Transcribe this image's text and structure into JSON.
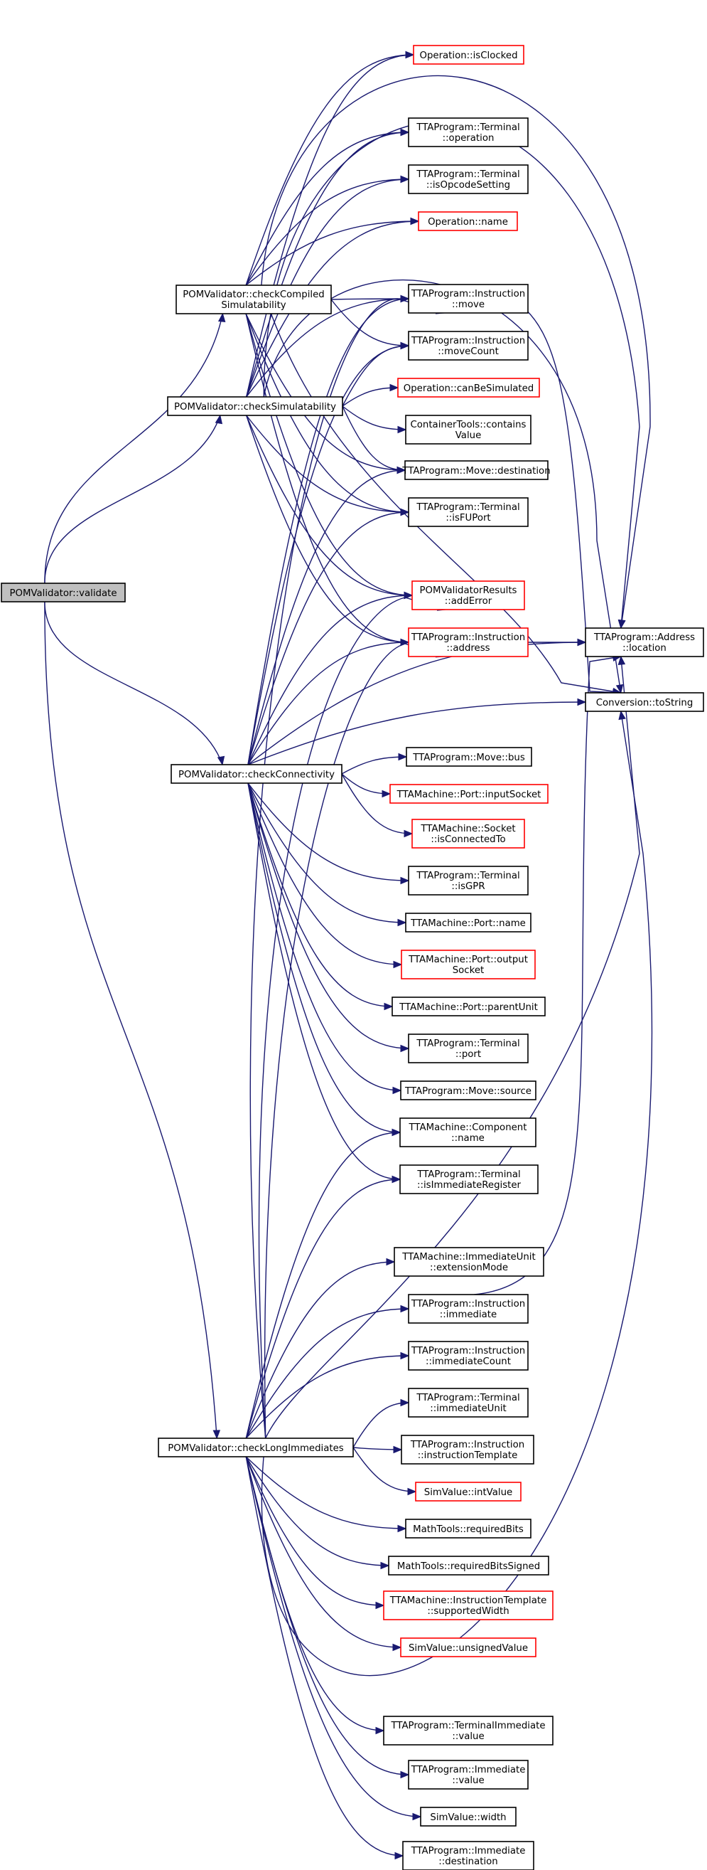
{
  "graph": {
    "nodes": [
      {
        "id": "validate",
        "label": [
          "POMValidator::validate"
        ],
        "style": "root"
      },
      {
        "id": "checkCompiled",
        "label": [
          "POMValidator::checkCompiled",
          "Simulatability"
        ],
        "style": "black"
      },
      {
        "id": "checkSim",
        "label": [
          "POMValidator::checkSimulatability"
        ],
        "style": "black"
      },
      {
        "id": "checkConn",
        "label": [
          "POMValidator::checkConnectivity"
        ],
        "style": "black"
      },
      {
        "id": "checkLong",
        "label": [
          "POMValidator::checkLongImmediates"
        ],
        "style": "black"
      },
      {
        "id": "isClocked",
        "label": [
          "Operation::isClocked"
        ],
        "style": "red"
      },
      {
        "id": "termOperation",
        "label": [
          "TTAProgram::Terminal",
          "::operation"
        ],
        "style": "black"
      },
      {
        "id": "isOpcodeSetting",
        "label": [
          "TTAProgram::Terminal",
          "::isOpcodeSetting"
        ],
        "style": "black"
      },
      {
        "id": "opName",
        "label": [
          "Operation::name"
        ],
        "style": "red"
      },
      {
        "id": "instrMove",
        "label": [
          "TTAProgram::Instruction",
          "::move"
        ],
        "style": "black"
      },
      {
        "id": "moveCount",
        "label": [
          "TTAProgram::Instruction",
          "::moveCount"
        ],
        "style": "black"
      },
      {
        "id": "canBeSimulated",
        "label": [
          "Operation::canBeSimulated"
        ],
        "style": "red"
      },
      {
        "id": "containsValue",
        "label": [
          "ContainerTools::contains",
          "Value"
        ],
        "style": "black"
      },
      {
        "id": "moveDestination",
        "label": [
          "TTAProgram::Move::destination"
        ],
        "style": "black"
      },
      {
        "id": "isFUPort",
        "label": [
          "TTAProgram::Terminal",
          "::isFUPort"
        ],
        "style": "black"
      },
      {
        "id": "addError",
        "label": [
          "POMValidatorResults",
          "::addError"
        ],
        "style": "red"
      },
      {
        "id": "instrAddress",
        "label": [
          "TTAProgram::Instruction",
          "::address"
        ],
        "style": "red"
      },
      {
        "id": "addrLocation",
        "label": [
          "TTAProgram::Address",
          "::location"
        ],
        "style": "black"
      },
      {
        "id": "toString",
        "label": [
          "Conversion::toString"
        ],
        "style": "black"
      },
      {
        "id": "moveBus",
        "label": [
          "TTAProgram::Move::bus"
        ],
        "style": "black"
      },
      {
        "id": "inputSocket",
        "label": [
          "TTAMachine::Port::inputSocket"
        ],
        "style": "red"
      },
      {
        "id": "isConnectedTo",
        "label": [
          "TTAMachine::Socket",
          "::isConnectedTo"
        ],
        "style": "red"
      },
      {
        "id": "isGPR",
        "label": [
          "TTAProgram::Terminal",
          "::isGPR"
        ],
        "style": "black"
      },
      {
        "id": "portName",
        "label": [
          "TTAMachine::Port::name"
        ],
        "style": "black"
      },
      {
        "id": "outputSocket",
        "label": [
          "TTAMachine::Port::output",
          "Socket"
        ],
        "style": "red"
      },
      {
        "id": "parentUnit",
        "label": [
          "TTAMachine::Port::parentUnit"
        ],
        "style": "black"
      },
      {
        "id": "termPort",
        "label": [
          "TTAProgram::Terminal",
          "::port"
        ],
        "style": "black"
      },
      {
        "id": "moveSource",
        "label": [
          "TTAProgram::Move::source"
        ],
        "style": "black"
      },
      {
        "id": "componentName",
        "label": [
          "TTAMachine::Component",
          "::name"
        ],
        "style": "black"
      },
      {
        "id": "isImmReg",
        "label": [
          "TTAProgram::Terminal",
          "::isImmediateRegister"
        ],
        "style": "black"
      },
      {
        "id": "extensionMode",
        "label": [
          "TTAMachine::ImmediateUnit",
          "::extensionMode"
        ],
        "style": "black"
      },
      {
        "id": "instrImmediate",
        "label": [
          "TTAProgram::Instruction",
          "::immediate"
        ],
        "style": "black"
      },
      {
        "id": "immCount",
        "label": [
          "TTAProgram::Instruction",
          "::immediateCount"
        ],
        "style": "black"
      },
      {
        "id": "immUnit",
        "label": [
          "TTAProgram::Terminal",
          "::immediateUnit"
        ],
        "style": "black"
      },
      {
        "id": "instrTemplate",
        "label": [
          "TTAProgram::Instruction",
          "::instructionTemplate"
        ],
        "style": "black"
      },
      {
        "id": "intValue",
        "label": [
          "SimValue::intValue"
        ],
        "style": "red"
      },
      {
        "id": "requiredBits",
        "label": [
          "MathTools::requiredBits"
        ],
        "style": "black"
      },
      {
        "id": "requiredBitsSigned",
        "label": [
          "MathTools::requiredBitsSigned"
        ],
        "style": "black"
      },
      {
        "id": "supportedWidth",
        "label": [
          "TTAMachine::InstructionTemplate",
          "::supportedWidth"
        ],
        "style": "red"
      },
      {
        "id": "unsignedValue",
        "label": [
          "SimValue::unsignedValue"
        ],
        "style": "red"
      },
      {
        "id": "termImmValue",
        "label": [
          "TTAProgram::TerminalImmediate",
          "::value"
        ],
        "style": "black"
      },
      {
        "id": "immValue",
        "label": [
          "TTAProgram::Immediate",
          "::value"
        ],
        "style": "black"
      },
      {
        "id": "simWidth",
        "label": [
          "SimValue::width"
        ],
        "style": "black"
      },
      {
        "id": "immDestination",
        "label": [
          "TTAProgram::Immediate",
          "::destination"
        ],
        "style": "black"
      }
    ],
    "edges": [
      [
        "validate",
        "checkCompiled"
      ],
      [
        "validate",
        "checkSim"
      ],
      [
        "validate",
        "checkConn"
      ],
      [
        "validate",
        "checkLong"
      ],
      [
        "checkCompiled",
        "isClocked"
      ],
      [
        "checkCompiled",
        "termOperation"
      ],
      [
        "checkCompiled",
        "isOpcodeSetting"
      ],
      [
        "checkCompiled",
        "opName"
      ],
      [
        "checkCompiled",
        "instrMove"
      ],
      [
        "checkCompiled",
        "moveCount"
      ],
      [
        "checkCompiled",
        "moveDestination"
      ],
      [
        "checkCompiled",
        "isFUPort"
      ],
      [
        "checkCompiled",
        "addError"
      ],
      [
        "checkCompiled",
        "instrAddress"
      ],
      [
        "checkCompiled",
        "addrLocation"
      ],
      [
        "checkCompiled",
        "toString"
      ],
      [
        "checkSim",
        "isClocked"
      ],
      [
        "checkSim",
        "termOperation"
      ],
      [
        "checkSim",
        "isOpcodeSetting"
      ],
      [
        "checkSim",
        "opName"
      ],
      [
        "checkSim",
        "instrMove"
      ],
      [
        "checkSim",
        "moveCount"
      ],
      [
        "checkSim",
        "canBeSimulated"
      ],
      [
        "checkSim",
        "containsValue"
      ],
      [
        "checkSim",
        "moveDestination"
      ],
      [
        "checkSim",
        "isFUPort"
      ],
      [
        "checkSim",
        "addError"
      ],
      [
        "checkSim",
        "instrAddress"
      ],
      [
        "checkSim",
        "addrLocation"
      ],
      [
        "checkSim",
        "toString"
      ],
      [
        "checkConn",
        "instrMove"
      ],
      [
        "checkConn",
        "moveCount"
      ],
      [
        "checkConn",
        "moveDestination"
      ],
      [
        "checkConn",
        "isFUPort"
      ],
      [
        "checkConn",
        "addError"
      ],
      [
        "checkConn",
        "instrAddress"
      ],
      [
        "checkConn",
        "addrLocation"
      ],
      [
        "checkConn",
        "toString"
      ],
      [
        "checkConn",
        "moveBus"
      ],
      [
        "checkConn",
        "inputSocket"
      ],
      [
        "checkConn",
        "isConnectedTo"
      ],
      [
        "checkConn",
        "isGPR"
      ],
      [
        "checkConn",
        "portName"
      ],
      [
        "checkConn",
        "outputSocket"
      ],
      [
        "checkConn",
        "parentUnit"
      ],
      [
        "checkConn",
        "termPort"
      ],
      [
        "checkConn",
        "moveSource"
      ],
      [
        "checkConn",
        "componentName"
      ],
      [
        "checkConn",
        "isImmReg"
      ],
      [
        "checkLong",
        "instrMove"
      ],
      [
        "checkLong",
        "addError"
      ],
      [
        "checkLong",
        "instrAddress"
      ],
      [
        "checkLong",
        "addrLocation"
      ],
      [
        "checkLong",
        "toString"
      ],
      [
        "checkLong",
        "componentName"
      ],
      [
        "checkLong",
        "isImmReg"
      ],
      [
        "checkLong",
        "extensionMode"
      ],
      [
        "checkLong",
        "instrImmediate"
      ],
      [
        "checkLong",
        "immCount"
      ],
      [
        "checkLong",
        "immUnit"
      ],
      [
        "checkLong",
        "instrTemplate"
      ],
      [
        "checkLong",
        "intValue"
      ],
      [
        "checkLong",
        "requiredBits"
      ],
      [
        "checkLong",
        "requiredBitsSigned"
      ],
      [
        "checkLong",
        "supportedWidth"
      ],
      [
        "checkLong",
        "unsignedValue"
      ],
      [
        "checkLong",
        "termImmValue"
      ],
      [
        "checkLong",
        "immValue"
      ],
      [
        "checkLong",
        "simWidth"
      ],
      [
        "checkLong",
        "immDestination"
      ],
      [
        "instrMove",
        "toString"
      ],
      [
        "instrAddress",
        "addrLocation"
      ],
      [
        "instrImmediate",
        "addrLocation"
      ]
    ]
  }
}
